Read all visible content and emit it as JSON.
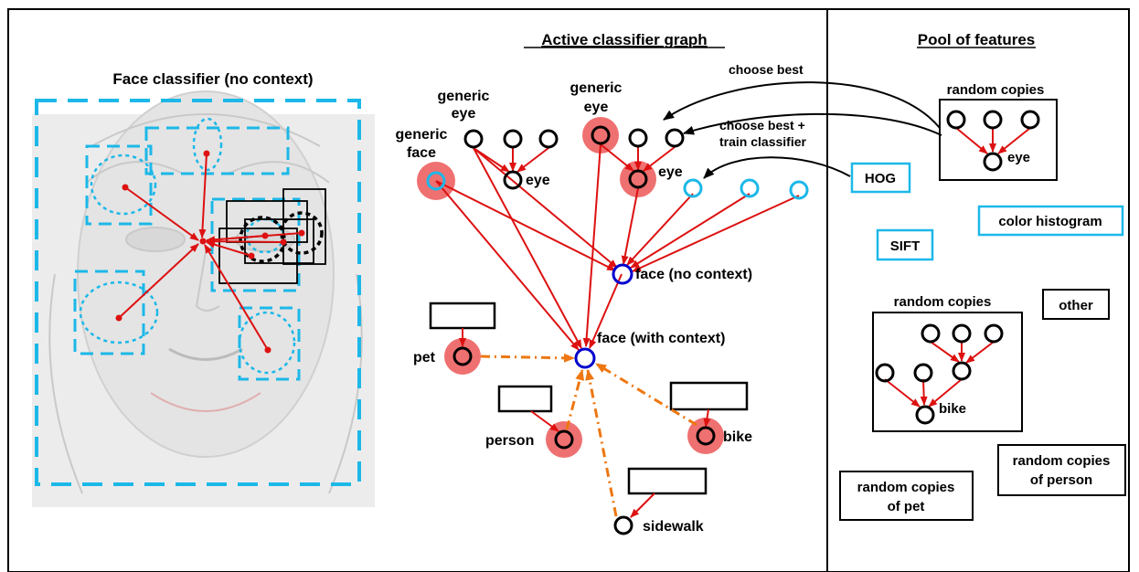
{
  "panels": {
    "left_title": "Face classifier (no context)",
    "middle_title": "Active classifier graph",
    "right_title": "Pool of features"
  },
  "graph": {
    "generic_eye_1": [
      "generic",
      "eye"
    ],
    "generic_eye_2": [
      "generic",
      "eye"
    ],
    "generic_face": [
      "generic",
      "face"
    ],
    "eye_1": "eye",
    "eye_2": "eye",
    "face_no_context": "face (no context)",
    "face_with_context": "face (with context)",
    "pet": "pet",
    "person": "person",
    "bike": "bike",
    "sidewalk": "sidewalk"
  },
  "annotations": {
    "choose_best": "choose best",
    "choose_best_train": [
      "choose best +",
      "train classifier"
    ]
  },
  "pool": {
    "random_copies_eye_title": "random copies",
    "random_copies_eye_node": "eye",
    "hog": "HOG",
    "color_histogram": "color histogram",
    "sift": "SIFT",
    "random_copies_bike_title": "random copies",
    "random_copies_bike_node": "bike",
    "other": "other",
    "random_copies_person": [
      "random copies",
      "of person"
    ],
    "random_copies_pet": [
      "random copies",
      "of pet"
    ]
  },
  "colors": {
    "edge_red": "#dd1111",
    "context_orange": "#ee7711",
    "highlight_pink": "#ef7070",
    "feature_cyan": "#1cb8e8",
    "face_node_blue": "#0000cc"
  }
}
